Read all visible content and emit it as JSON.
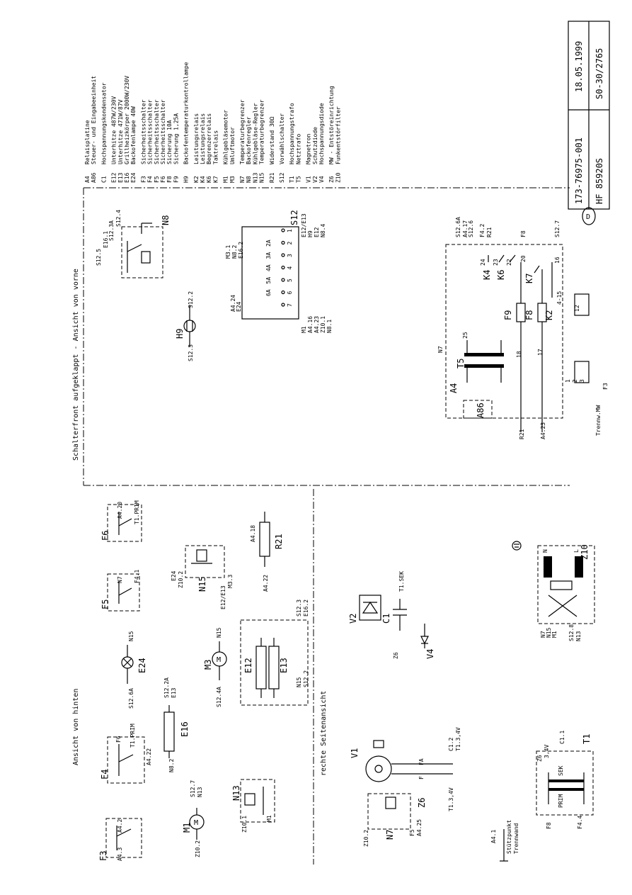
{
  "legend": {
    "entries": [
      {
        "code": "A4",
        "text": "Relaisplatine"
      },
      {
        "code": "A86",
        "text": "Steuer- und Eingabeeinheit"
      },
      {
        "code": "C1",
        "text": "Hochspannungskondensator"
      },
      {
        "code": "E12",
        "text": "Unterhitze 487W/230V"
      },
      {
        "code": "E13",
        "text": "Unterhitze 471W/87V"
      },
      {
        "code": "E16",
        "text": "Grillheizkörper 2000W/230V"
      },
      {
        "code": "E24",
        "text": "Backofenlampe 40W"
      },
      {
        "code": "F3",
        "text": "Sicherheitsschalter"
      },
      {
        "code": "F4",
        "text": "Sicherheitsschalter"
      },
      {
        "code": "F5",
        "text": "Sicherheitsschalter"
      },
      {
        "code": "F6",
        "text": "Sicherheitsschalter"
      },
      {
        "code": "F8",
        "text": "Sicherung 10A"
      },
      {
        "code": "F9",
        "text": "Sicherung 1,25A"
      },
      {
        "code": "H9",
        "text": "Backofentemperaturkontrollampe"
      },
      {
        "code": "K2",
        "text": "Leistungsrelais"
      },
      {
        "code": "K4",
        "text": "Leistungsrelais"
      },
      {
        "code": "K6",
        "text": "Begrenzerrelais"
      },
      {
        "code": "K7",
        "text": "Taktrelais"
      },
      {
        "code": "M1",
        "text": "Kühlgebläsemotor"
      },
      {
        "code": "M3",
        "text": "Umluftmotor"
      },
      {
        "code": "N7",
        "text": "Temperaturbegrenzer"
      },
      {
        "code": "N8",
        "text": "Backofenregler"
      },
      {
        "code": "N13",
        "text": "Kühlgebläse-Regler"
      },
      {
        "code": "N15",
        "text": "Temperaturbegrenzer"
      },
      {
        "code": "R21",
        "text": "Widerstand 30Ω"
      },
      {
        "code": "S12",
        "text": "Vorwählschalter"
      },
      {
        "code": "T1",
        "text": "Hochspannungstrafo"
      },
      {
        "code": "T5",
        "text": "Netztrafo"
      },
      {
        "code": "V1",
        "text": "Magnetron"
      },
      {
        "code": "V2",
        "text": "Schutzdiode"
      },
      {
        "code": "V4",
        "text": "Hochspannungsdiode"
      },
      {
        "code": "Z6",
        "text": "MW - Entstöreinrichtung"
      },
      {
        "code": "Z10",
        "text": "Funkentstörfilter"
      }
    ]
  },
  "title_block": {
    "part_no": "173-76975-001",
    "date": "18.05.1999",
    "model": "HF 85920S",
    "doc_no": "S0-30/2765"
  },
  "region_labels": {
    "front": "Schalterfront aufgeklappt - Ansicht von vorne",
    "rear": "Ansicht von hinten",
    "side": "rechte Seitenansicht",
    "country": "D"
  },
  "components": {
    "F3": {
      "name": "F3",
      "t1": "A4.2",
      "t2": "A4.3"
    },
    "F4": {
      "name": "F4",
      "t1": "F6",
      "t2": "T1.PRIM",
      "t3": "A4.22"
    },
    "F5": {
      "name": "F5",
      "t1": "N7",
      "t2": "F4.1"
    },
    "F6": {
      "name": "F6",
      "t1": "A4.20",
      "t2": "T1.PRIM"
    },
    "E24": {
      "name": "E24",
      "t1": "S12.6A",
      "t2": "N15"
    },
    "E16": {
      "name": "E16",
      "t1": "N8.2",
      "t2": "S12.2A",
      "t3": "E13"
    },
    "M1": {
      "name": "M1",
      "t1": "Z10.2",
      "t2": "S12.7",
      "t3": "N13"
    },
    "N13": {
      "name": "N13",
      "t1": "Z10.1",
      "t2": "M1"
    },
    "M3": {
      "name": "M3",
      "t1": "S12.4A",
      "t2": "N15"
    },
    "N15": {
      "name": "N15",
      "t1": "E24",
      "t2": "Z10.2",
      "t3": "E12/E13",
      "t4": "M3.3"
    },
    "R21": {
      "name": "R21",
      "t1": "A4.22",
      "t2": "A4.18"
    },
    "E12E13": {
      "name1": "E12",
      "name2": "E13",
      "t1": "S12.3",
      "t2": "E16.2",
      "t3": "N15",
      "t4": "S12.2"
    },
    "H9": {
      "name": "H9",
      "t1": "S12.3",
      "t2": "S12.2"
    },
    "N8": {
      "name": "N8",
      "t1": "S12.5",
      "t2": "E16.1",
      "t3": "S12.3A",
      "t4": "S12.4"
    },
    "S12": {
      "name": "S12",
      "left": [
        "A4.24",
        "E24"
      ],
      "top": [
        "M3.1",
        "N8.2",
        "E16.2"
      ],
      "right": [
        "E12/E13",
        "H9",
        "E12",
        "N8.4"
      ],
      "bottom": [
        "M1",
        "A4.16",
        "A4.23",
        "Z10.1",
        "N8.1"
      ],
      "pins": [
        "7",
        "6",
        "5",
        "4",
        "3",
        "2",
        "1"
      ],
      "pins_a": [
        "6A",
        "5A",
        "4A",
        "3A",
        "2A"
      ]
    },
    "A4": {
      "name": "A4",
      "name2": "A86",
      "t5": "T5",
      "f9": "F9",
      "f8": "F8",
      "k2": "K2",
      "k4": "K4",
      "k6": "K6",
      "k7": "K7",
      "r21": "R21",
      "a423": "A4.23",
      "n7": "N7",
      "trennw": "Trennw.MW",
      "f3": "F3",
      "pins": [
        "25",
        "18",
        "17",
        "24",
        "23",
        "22",
        "20",
        "16",
        "4-15",
        "12",
        "1",
        "2",
        "3"
      ],
      "top": [
        "S12.6A",
        "A4.17",
        "S12.6",
        "F4.2",
        "R21",
        "F8",
        "S12.7"
      ]
    },
    "V1": {
      "name": "V1",
      "t1": "C1.2",
      "t2": "T1.3,4V",
      "fa": "FA",
      "f": "F"
    },
    "N7": {
      "name": "N7",
      "t1": "Z10.2",
      "t2": "F5",
      "t3": "A4.25",
      "z6": "Z6",
      "t4": "T1.3,4V"
    },
    "V2": {
      "name": "V2",
      "c1": "C1",
      "t1": "T1.SEK",
      "z6": "Z6",
      "v4": "V4"
    },
    "Z10": {
      "name": "Z10",
      "n": "N",
      "l": "L",
      "t1": "N7",
      "t2": "N15",
      "t3": "M1",
      "t4": "S12.8",
      "t5": "N13"
    },
    "T1": {
      "name": "T1",
      "prim": "PRIM",
      "sek": "SEK",
      "v": "3,4V",
      "z6": "Z6",
      "c11": "C1.1",
      "f8": "F8",
      "f44": "F4.4"
    },
    "ground": {
      "t1": "A4.1",
      "t2": "Stützpunkt",
      "t3": "Trennwand"
    }
  }
}
